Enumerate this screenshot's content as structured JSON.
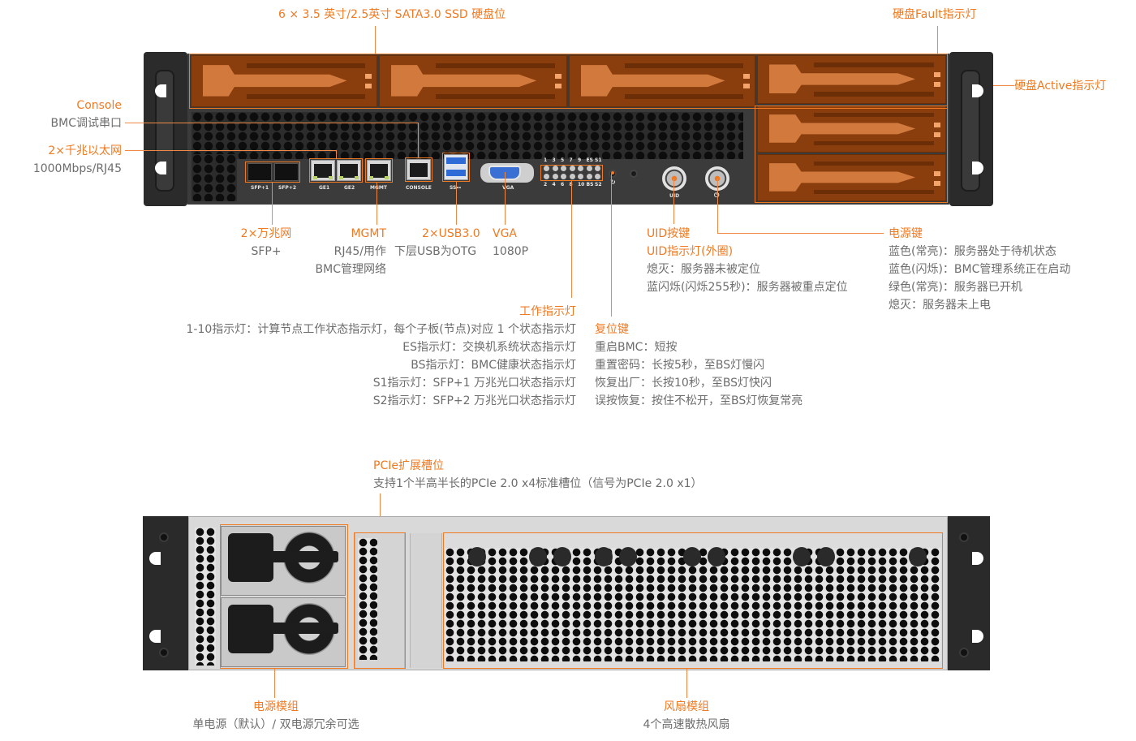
{
  "colors": {
    "accent": "#f07a22",
    "label_text": "#6d6d6d",
    "drive_bay": "#8a3e0d",
    "front_panel": "#3b3b3b",
    "rear_panel": "#d9d9d9"
  },
  "front": {
    "drive_bays": {
      "title": "6 × 3.5 英寸/2.5英寸 SATA3.0 SSD 硬盘位",
      "count": 6
    },
    "hdd_fault_led": {
      "title": "硬盘Fault指示灯"
    },
    "hdd_active_led": {
      "title": "硬盘Active指示灯"
    },
    "console": {
      "title": "Console",
      "desc": "BMC调试串口"
    },
    "ge": {
      "title": "2×千兆以太网",
      "desc": "1000Mbps/RJ45"
    },
    "sfp": {
      "title": "2×万兆网",
      "desc": "SFP+"
    },
    "mgmt": {
      "title": "MGMT",
      "desc_lines": [
        "RJ45/用作",
        "BMC管理网络"
      ]
    },
    "usb": {
      "title": "2×USB3.0",
      "desc": "下层USB为OTG"
    },
    "vga": {
      "title": "VGA",
      "desc": "1080P"
    },
    "uid": {
      "title_lines": [
        "UID按键",
        "UID指示灯(外圈)"
      ],
      "desc_lines": [
        "熄灭：服务器未被定位",
        "蓝闪烁(闪烁255秒)：服务器被重点定位"
      ]
    },
    "power": {
      "title": "电源键",
      "desc_lines": [
        "蓝色(常亮)：服务器处于待机状态",
        "蓝色(闪烁)：BMC管理系统正在启动",
        "绿色(常亮)：服务器已开机",
        "熄灭：服务器未上电"
      ]
    },
    "work_leds": {
      "title": "工作指示灯",
      "desc_lines": [
        "1-10指示灯：计算节点工作状态指示灯，每个子板(节点)对应 1 个状态指示灯",
        "ES指示灯：交换机系统状态指示灯",
        "BS指示灯：BMC健康状态指示灯",
        "S1指示灯：SFP+1 万兆光口状态指示灯",
        "S2指示灯：SFP+2 万兆光口状态指示灯"
      ]
    },
    "reset": {
      "title": "复位键",
      "desc_lines": [
        "重启BMC：短按",
        "重置密码：长按5秒，至BS灯慢闪",
        "恢复出厂：长按10秒，至BS灯快闪",
        "误按恢复：按住不松开，至BS灯恢复常亮"
      ]
    },
    "port_labels": {
      "sfp1": "SFP+1",
      "sfp2": "SFP+2",
      "ge1": "GE1",
      "ge2": "GE2",
      "mgmt": "MGMT",
      "console": "CONSOLE",
      "usb": "SS⊷",
      "vga": "VGA",
      "uid": "UID",
      "power": "⏻",
      "reset": "↻"
    },
    "led_top_row": [
      "1",
      "3",
      "5",
      "7",
      "9",
      "ES",
      "S1"
    ],
    "led_bottom_row": [
      "2",
      "4",
      "6",
      "8",
      "10",
      "BS",
      "S2"
    ]
  },
  "rear": {
    "pcie": {
      "title": "PCIe扩展槽位",
      "desc": "支持1个半高半长的PCIe 2.0 x4标准槽位（信号为PCIe 2.0 x1）"
    },
    "psu": {
      "title": "电源模组",
      "desc": "单电源（默认）/ 双电源冗余可选"
    },
    "fans": {
      "title": "风扇模组",
      "desc": "4个高速散热风扇"
    }
  }
}
